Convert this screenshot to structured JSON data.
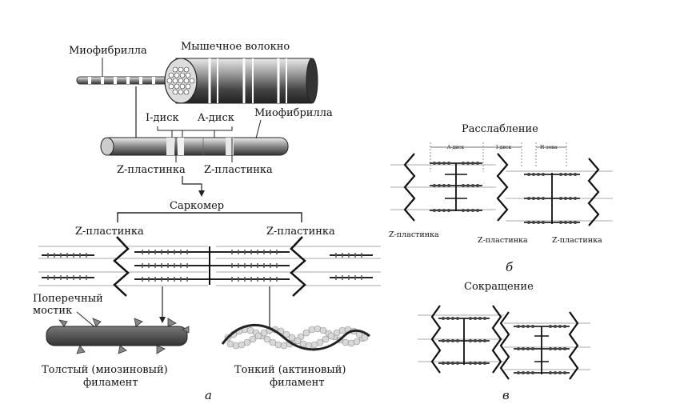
{
  "panel_a": {
    "myofibril_label": "Миофибрилла",
    "muscle_fiber_label": "Мышечное волокно",
    "i_disc_label": "I-диск",
    "a_disc_label": "A-диск",
    "myofibril_label_2": "Миофибрилла",
    "z_plate_left": "Z-пластинка",
    "z_plate_right": "Z-пластинка",
    "sarcomere_label": "Саркомер",
    "z_plate_left_2": "Z-пластинка",
    "z_plate_right_2": "Z-пластинка",
    "cross_bridge_line1": "Поперечный",
    "cross_bridge_line2": "мостик",
    "thick_line1": "Толстый (миозиновый)",
    "thick_line2": "филамент",
    "thin_line1": "Тонкий (актиновый)",
    "thin_line2": "филамент",
    "letter": "а"
  },
  "panel_b": {
    "title": "Расслабление",
    "a_disc": "A-диск",
    "i_disc": "I-диск",
    "h_zone": "H-зона",
    "z_plate_1": "Z-пластинка",
    "z_plate_2": "Z-пластинка",
    "z_plate_3": "Z-пластинка",
    "letter": "б"
  },
  "panel_c": {
    "title": "Сокращение",
    "letter": "в"
  }
}
